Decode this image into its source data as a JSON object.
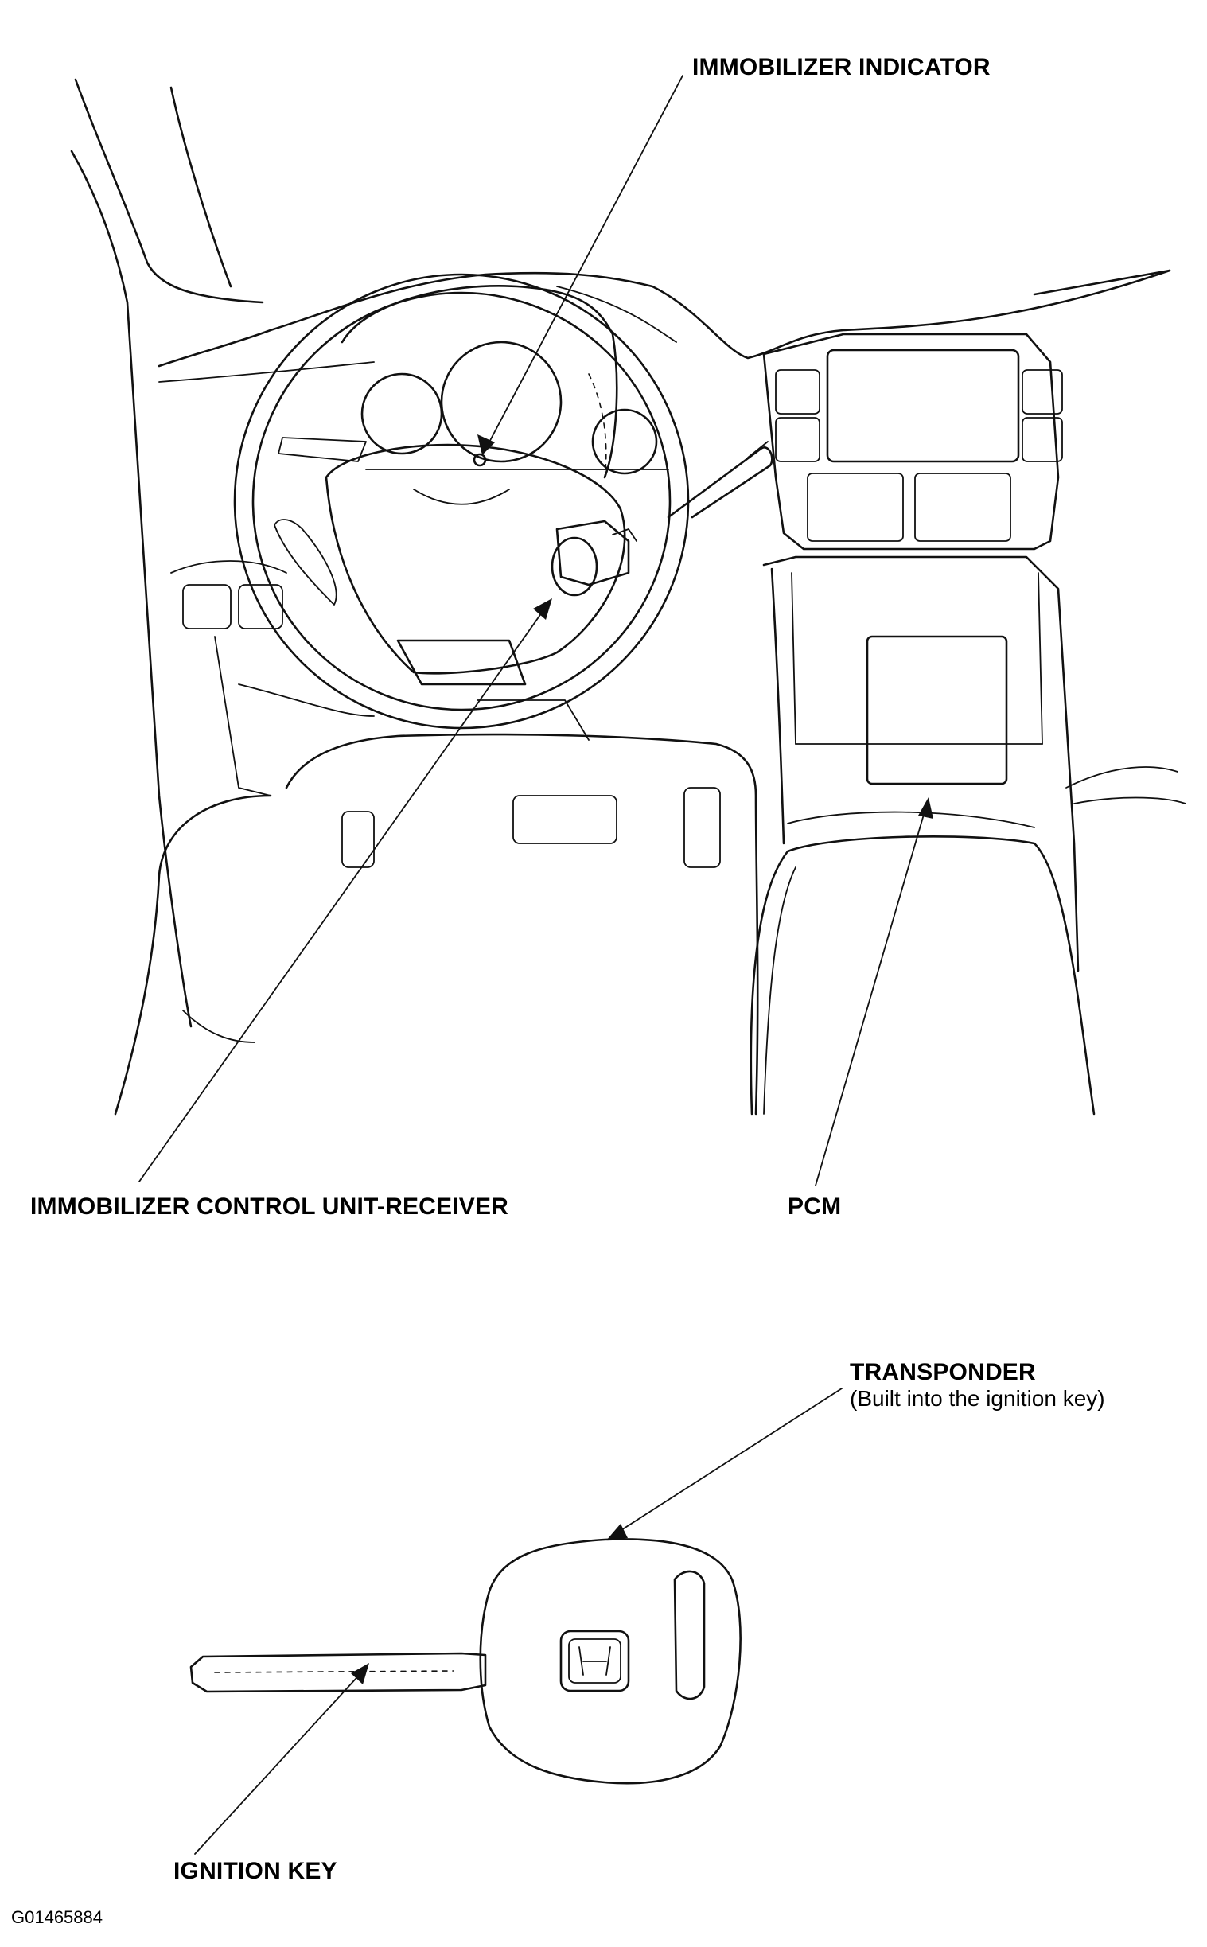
{
  "labels": {
    "immobilizer_indicator": "IMMOBILIZER INDICATOR",
    "immobilizer_control_unit": "IMMOBILIZER CONTROL UNIT-RECEIVER",
    "pcm": "PCM",
    "transponder": "TRANSPONDER",
    "transponder_note": "(Built into the ignition key)",
    "ignition_key": "IGNITION KEY"
  },
  "figure_code": "G01465884"
}
